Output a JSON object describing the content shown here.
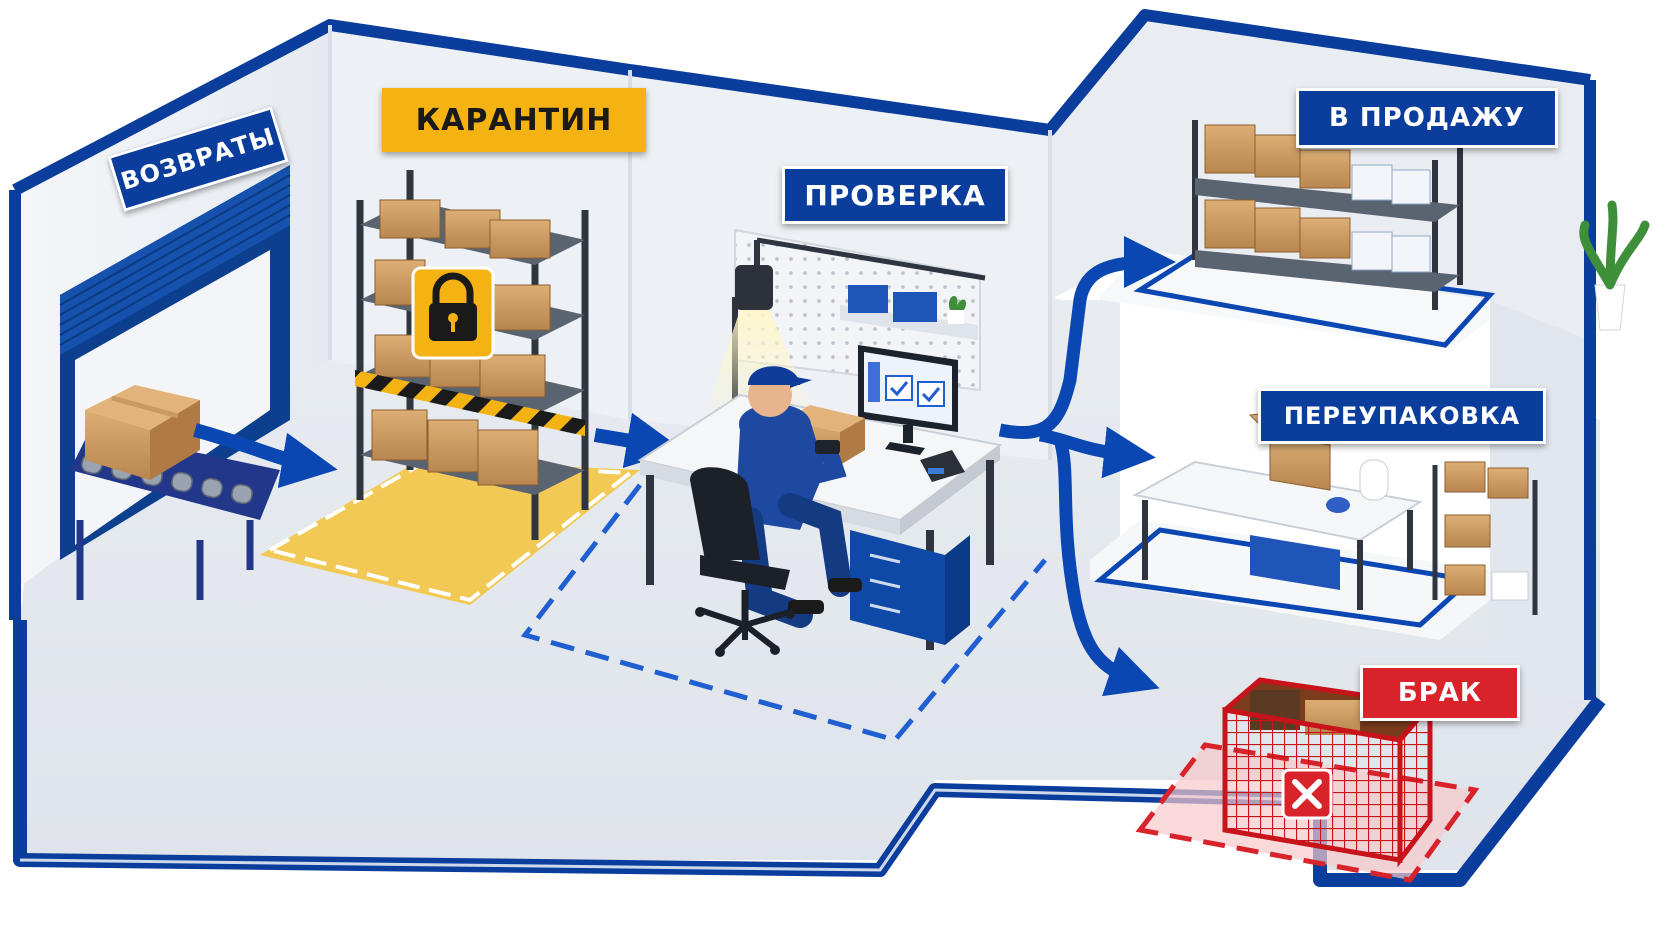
{
  "zones": {
    "returns": {
      "label": "ВОЗВРАТЫ"
    },
    "quarantine": {
      "label": "КАРАНТИН"
    },
    "inspection": {
      "label": "ПРОВЕРКА"
    },
    "for_sale": {
      "label": "В ПРОДАЖУ"
    },
    "repacking": {
      "label": "ПЕРЕУПАКОВКА"
    },
    "defect": {
      "label": "БРАК"
    }
  },
  "colors": {
    "wall_trim": "#0b3d9c",
    "flow_arrow": "#0b47b3",
    "quarantine_yellow": "#f4b313",
    "defect_red": "#d8232a",
    "inspection_dash": "#1f5fd1",
    "box_cardboard": "#c99a63"
  },
  "icons": {
    "quarantine": "padlock-icon",
    "defect": "x-mark-icon",
    "inspection_screen": "checkmark-icon"
  }
}
